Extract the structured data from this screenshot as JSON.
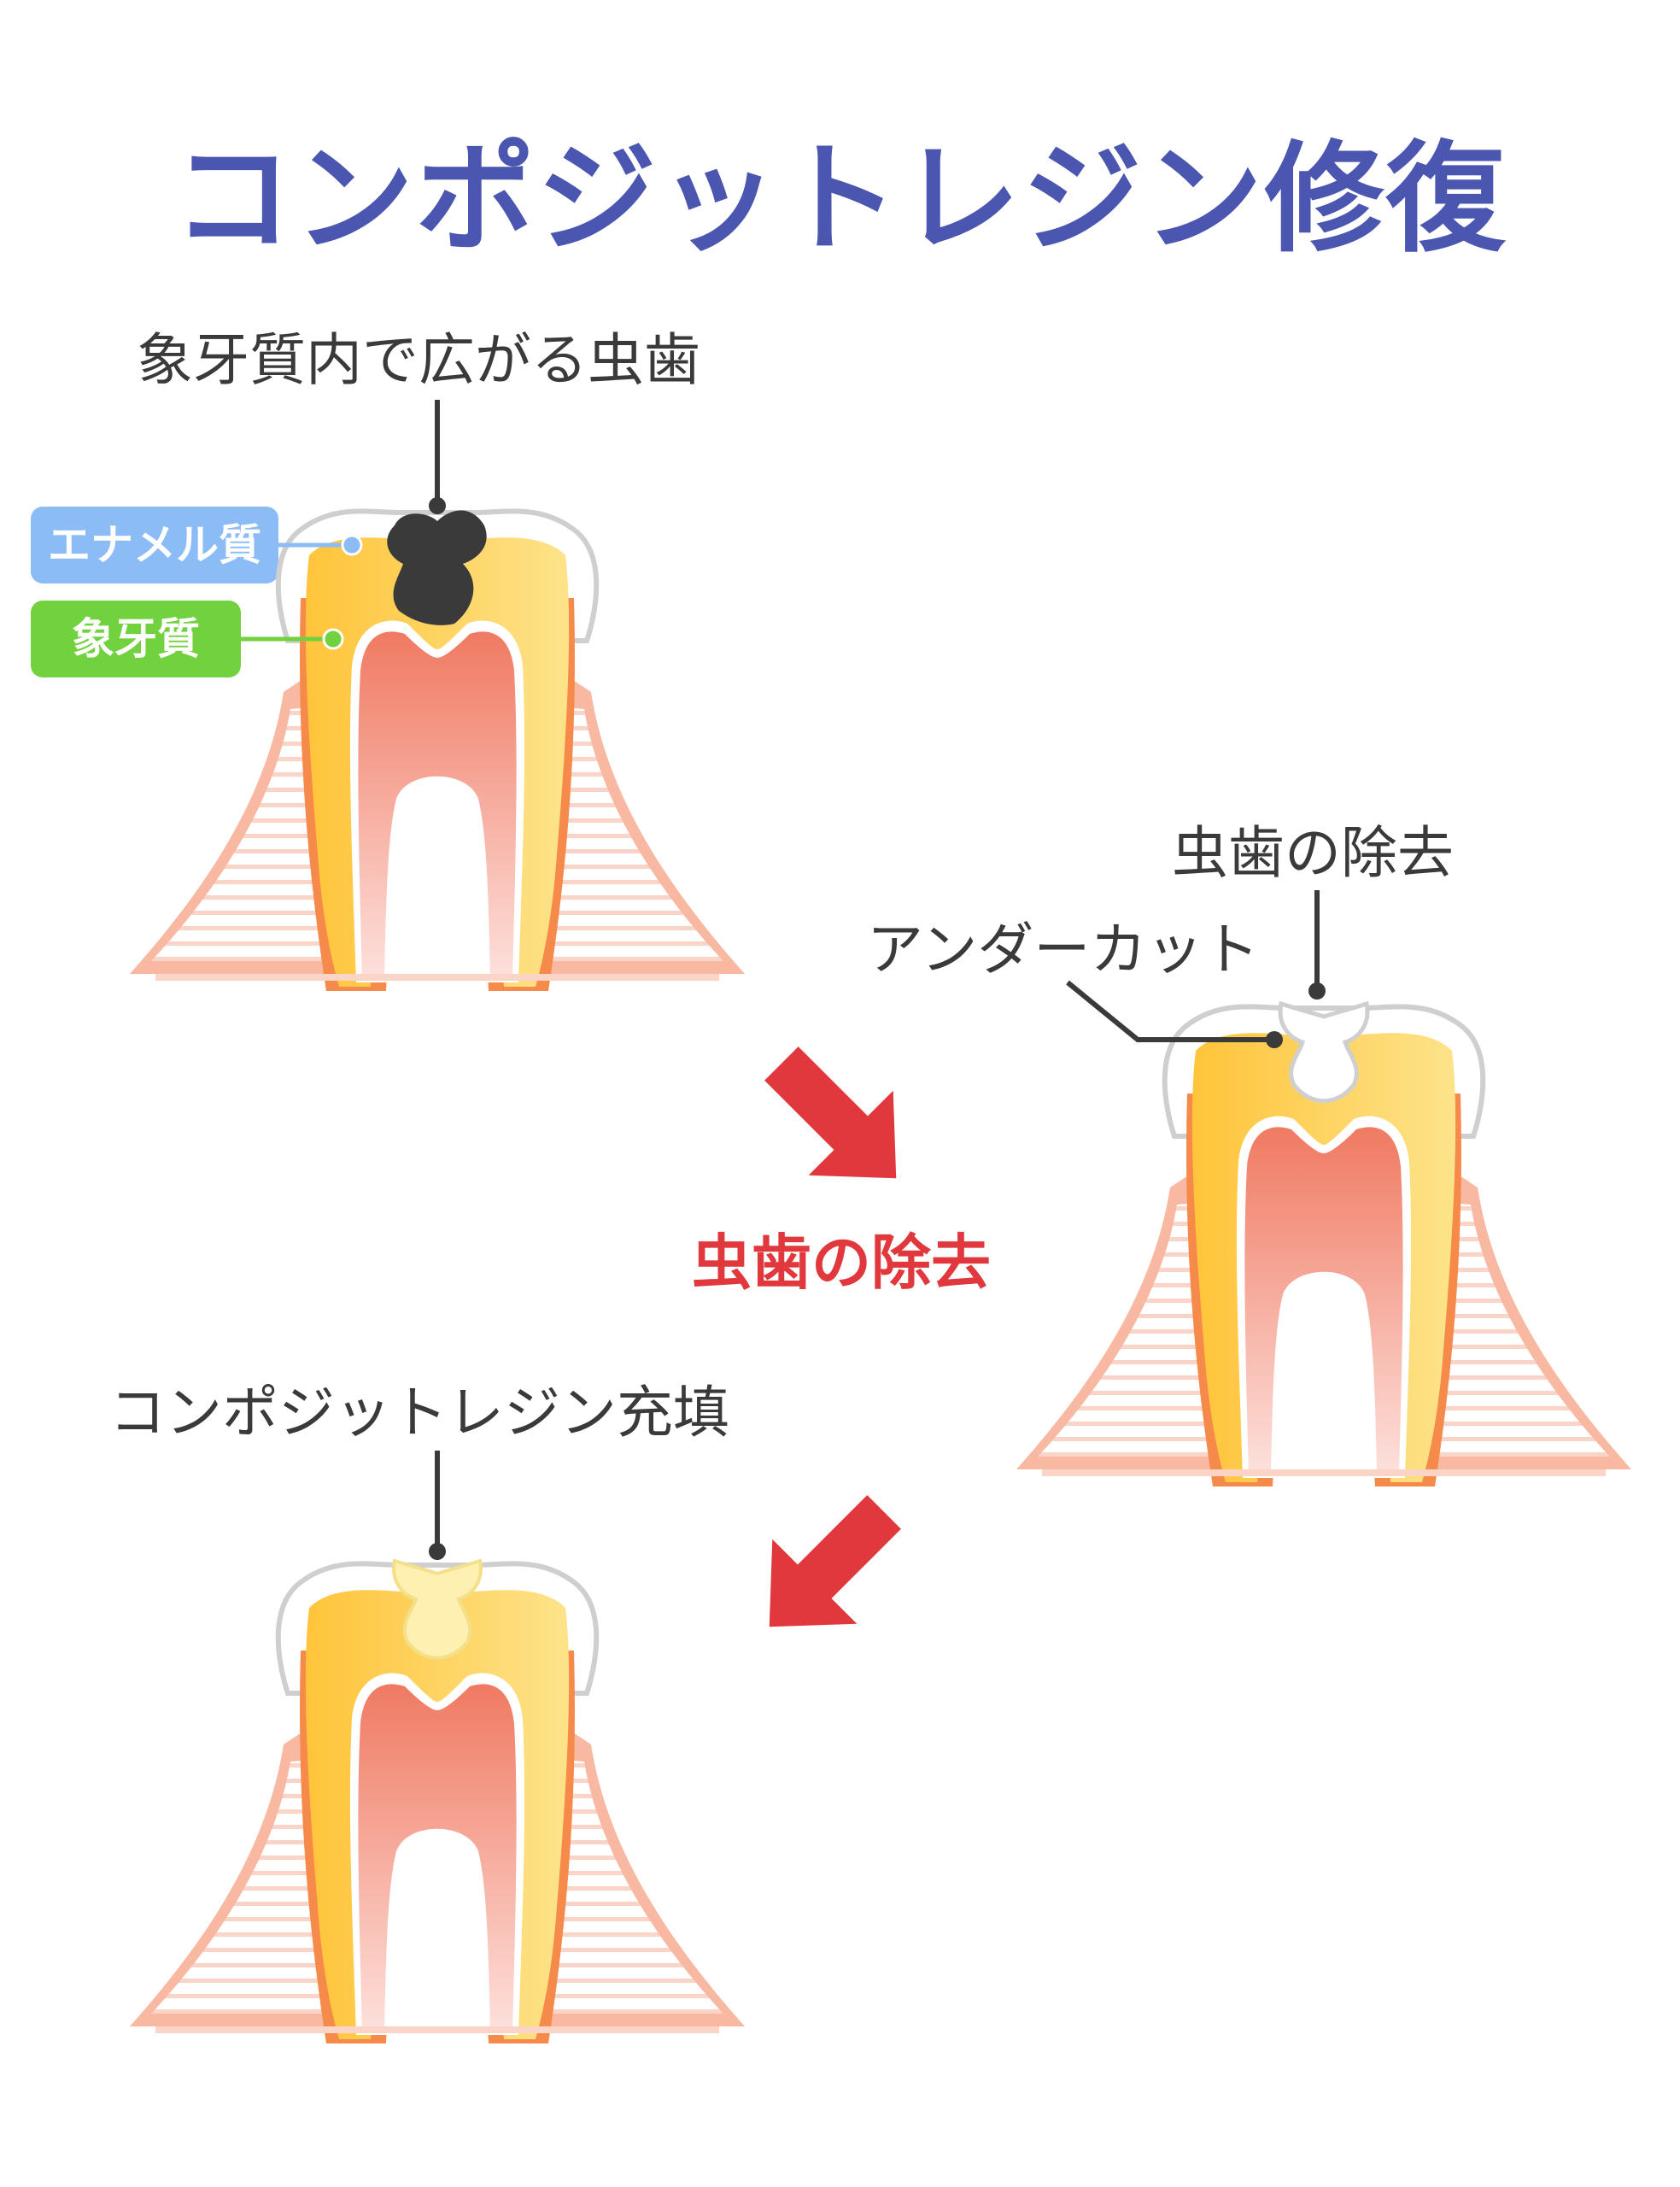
{
  "title": "コンポジットレジン修復",
  "colors": {
    "title": "#4a56b0",
    "enamel_tag": "#8cbcf5",
    "dentin_tag": "#72d13f",
    "arrow": "#e0383d",
    "removal_text": "#e0383d",
    "caries": "#3a3a3a",
    "dentin": "#ffc43a",
    "pulp": "#f07a62",
    "gum": "#f9b8a2",
    "resin": "#fdf0b0",
    "enamel_outline": "#c8c8c8"
  },
  "panels": {
    "before": {
      "caries_label": "象牙質内で広がる虫歯",
      "enamel_tag": "エナメル質",
      "dentin_tag": "象牙質"
    },
    "removed": {
      "removal_label": "虫歯の除去",
      "undercut_label": "アンダーカット"
    },
    "filled": {
      "filling_label": "コンポジットレジン充填"
    }
  },
  "step_label": "虫歯の除去",
  "icons": [
    "tooth-caries-icon",
    "tooth-prepared-icon",
    "tooth-filled-icon",
    "arrow-down-right-icon",
    "arrow-down-left-icon"
  ]
}
